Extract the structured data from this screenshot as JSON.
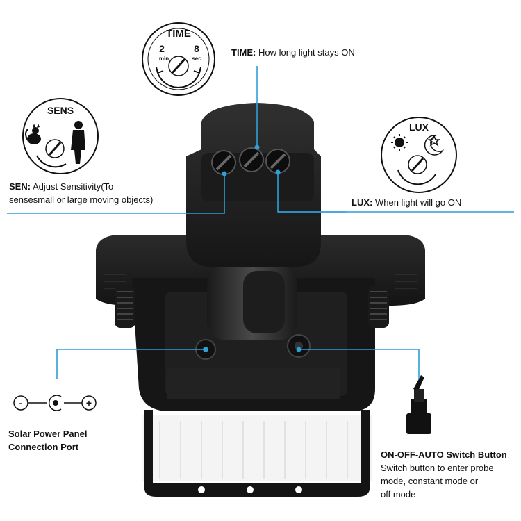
{
  "time_dial": {
    "title": "TIME",
    "min_value": "2",
    "min_unit": "min",
    "max_value": "8",
    "max_unit": "sec"
  },
  "sens_dial": {
    "title": "SENS"
  },
  "lux_dial": {
    "title": "LUX"
  },
  "time_caption": {
    "key": "TIME:",
    "text": "How long light stays ON"
  },
  "sen_caption": {
    "key": "SEN:",
    "line1": "Adjust Sensitivity(To",
    "line2": "sensesmall or large moving objects)"
  },
  "lux_caption": {
    "key": "LUX:",
    "text": "When light will go ON"
  },
  "port_symbols": {
    "minus": "-",
    "plus": "+"
  },
  "port_caption": {
    "line1": "Solar Power Panel",
    "line2": "Connection Port"
  },
  "switch_caption": {
    "title": "ON-OFF-AUTO Switch Button",
    "line1": "Switch button to enter probe",
    "line2": "mode, constant mode or",
    "line3": "off mode"
  },
  "colors": {
    "leader_line": "#2f9fd8",
    "device_body": "#1b1b1b",
    "device_dark": "#0c0c0c",
    "device_highlight": "#3a3a3a"
  }
}
